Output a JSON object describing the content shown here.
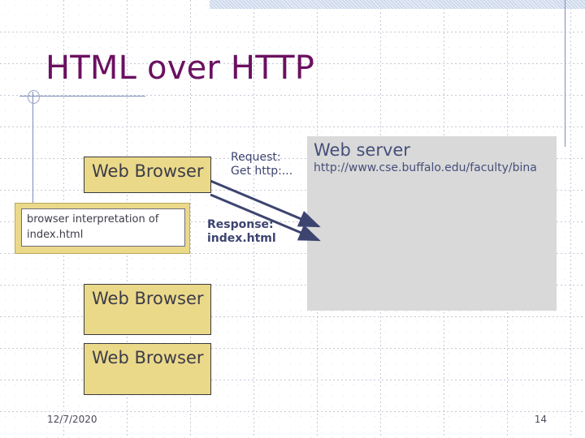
{
  "slide": {
    "title": "HTML over HTTP",
    "title_color": "#6b1060",
    "background_color": "#ffffff"
  },
  "diagram": {
    "client": {
      "browser_boxes": [
        {
          "label": "Web Browser"
        },
        {
          "label": "Web Browser"
        },
        {
          "label": "Web Browser"
        }
      ],
      "interpretation_box": {
        "text": "browser interpretation of index.html",
        "frame_color": "#ebd98a",
        "fill_color": "#ffffff"
      },
      "box_fill_color": "#ebd98a",
      "box_border_color": "#3a3a3a"
    },
    "server": {
      "title": "Web server",
      "url": "http://www.cse.buffalo.edu/faculty/bina",
      "panel_color": "#d9d9d9",
      "text_color": "#464f7a"
    },
    "flows": [
      {
        "name": "request",
        "label_line_1": "Request:",
        "label_line_2": "Get http:...",
        "direction": "client-to-server"
      },
      {
        "name": "response",
        "label_line_1": "Response:",
        "label_line_2": "index.html",
        "direction": "server-to-client"
      }
    ],
    "arrow_color": "#3d4470"
  },
  "footer": {
    "date": "12/7/2020",
    "page_number": "14"
  },
  "decor": {
    "top_band_color": "#e4eaf5",
    "rule_color": "#7e8ebb"
  }
}
